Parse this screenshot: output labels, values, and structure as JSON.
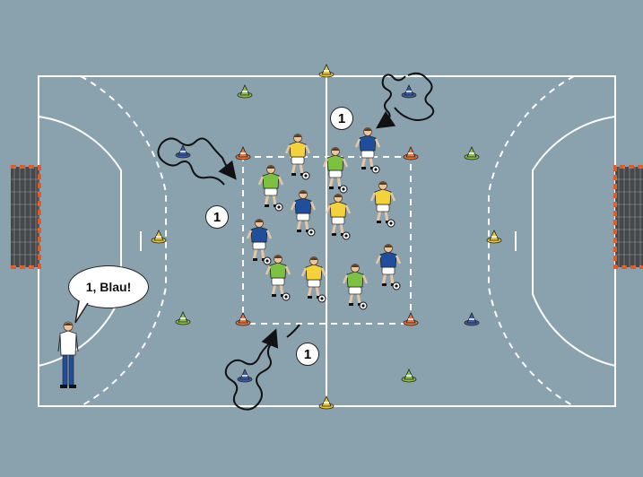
{
  "colors": {
    "court": "#8aa1ae",
    "frame": "#dfe4e7",
    "line": "#ffffff",
    "team_blue": "#1f4e9c",
    "team_green": "#7cc142",
    "team_yellow": "#f4d23b",
    "shorts": "#ffffff",
    "coach_shirt": "#ffffff",
    "coach_pants": "#1f4e9c",
    "cone_orange": "#e8763a",
    "cone_green": "#8dbd4a",
    "cone_yellow": "#e6c63c",
    "cone_blue": "#3a5ea8",
    "goal_net": "#3a3a3a",
    "goal_post": "#e05a2a"
  },
  "coach": {
    "speech": "1, Blau!"
  },
  "markers": {
    "top_right": "1",
    "left": "1",
    "bottom": "1"
  },
  "icons": {
    "player": "soccer-player-icon",
    "ball": "soccer-ball-icon",
    "cone": "cone-icon",
    "goal": "handball-goal-icon",
    "path": "dribble-path-arrow-icon"
  }
}
